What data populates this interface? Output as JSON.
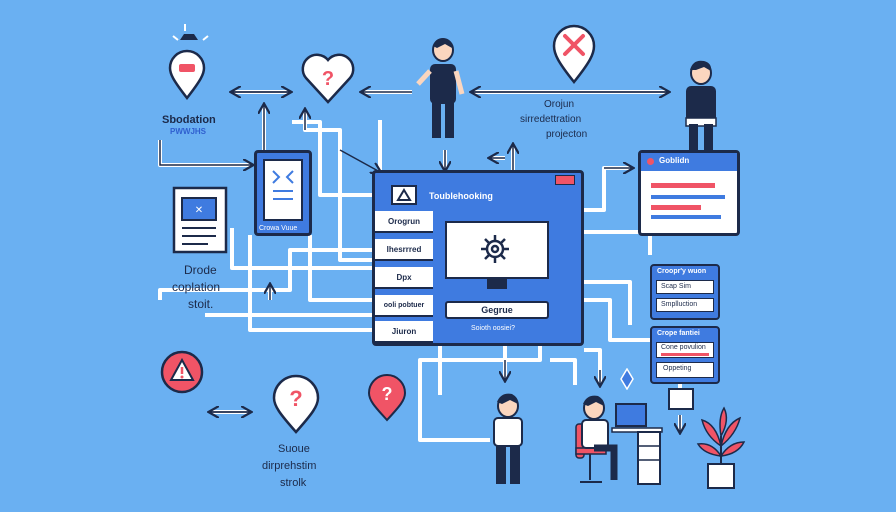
{
  "left_labels": {
    "top": {
      "line1": "Sbodation",
      "line2": "PWWJHS"
    },
    "mid": {
      "line1": "Drode",
      "line2": "coplation",
      "line3": "stoit."
    },
    "bottom": {
      "line1": "Suoue",
      "line2": "dirprehstim",
      "line3": "strolk"
    }
  },
  "top_right_label": {
    "line1": "Orojun",
    "line2": "sirredettration",
    "line3": "projecton"
  },
  "small_card": {
    "caption": "Crowa Vuue"
  },
  "main_window": {
    "title": "Toublehooking",
    "sidebar_items": [
      "Orogrun",
      "Ihesrrred",
      "Dpx",
      "ooli pobtuer",
      "Jiuron"
    ],
    "action_button": "Gegrue",
    "footer_text": "Soioth oosiei?"
  },
  "right_panel": {
    "title": "Goblidn"
  },
  "card_a": {
    "title": "Croopr'y wuon",
    "item1": "Scap Sim",
    "item2": "Smplluction"
  },
  "card_b": {
    "title": "Crope fantiei",
    "item1": "Cone povulion",
    "item2": "Oppeting"
  },
  "colors": {
    "background": "#6ab0f2",
    "accent": "#3f7be0",
    "outline": "#1c2a4a",
    "alert": "#f05466"
  },
  "icons": [
    "bell-icon",
    "heart-icon",
    "question-pin-icon",
    "x-pin-icon",
    "warning-icon",
    "gear-icon",
    "triangle-icon",
    "plant-icon"
  ]
}
